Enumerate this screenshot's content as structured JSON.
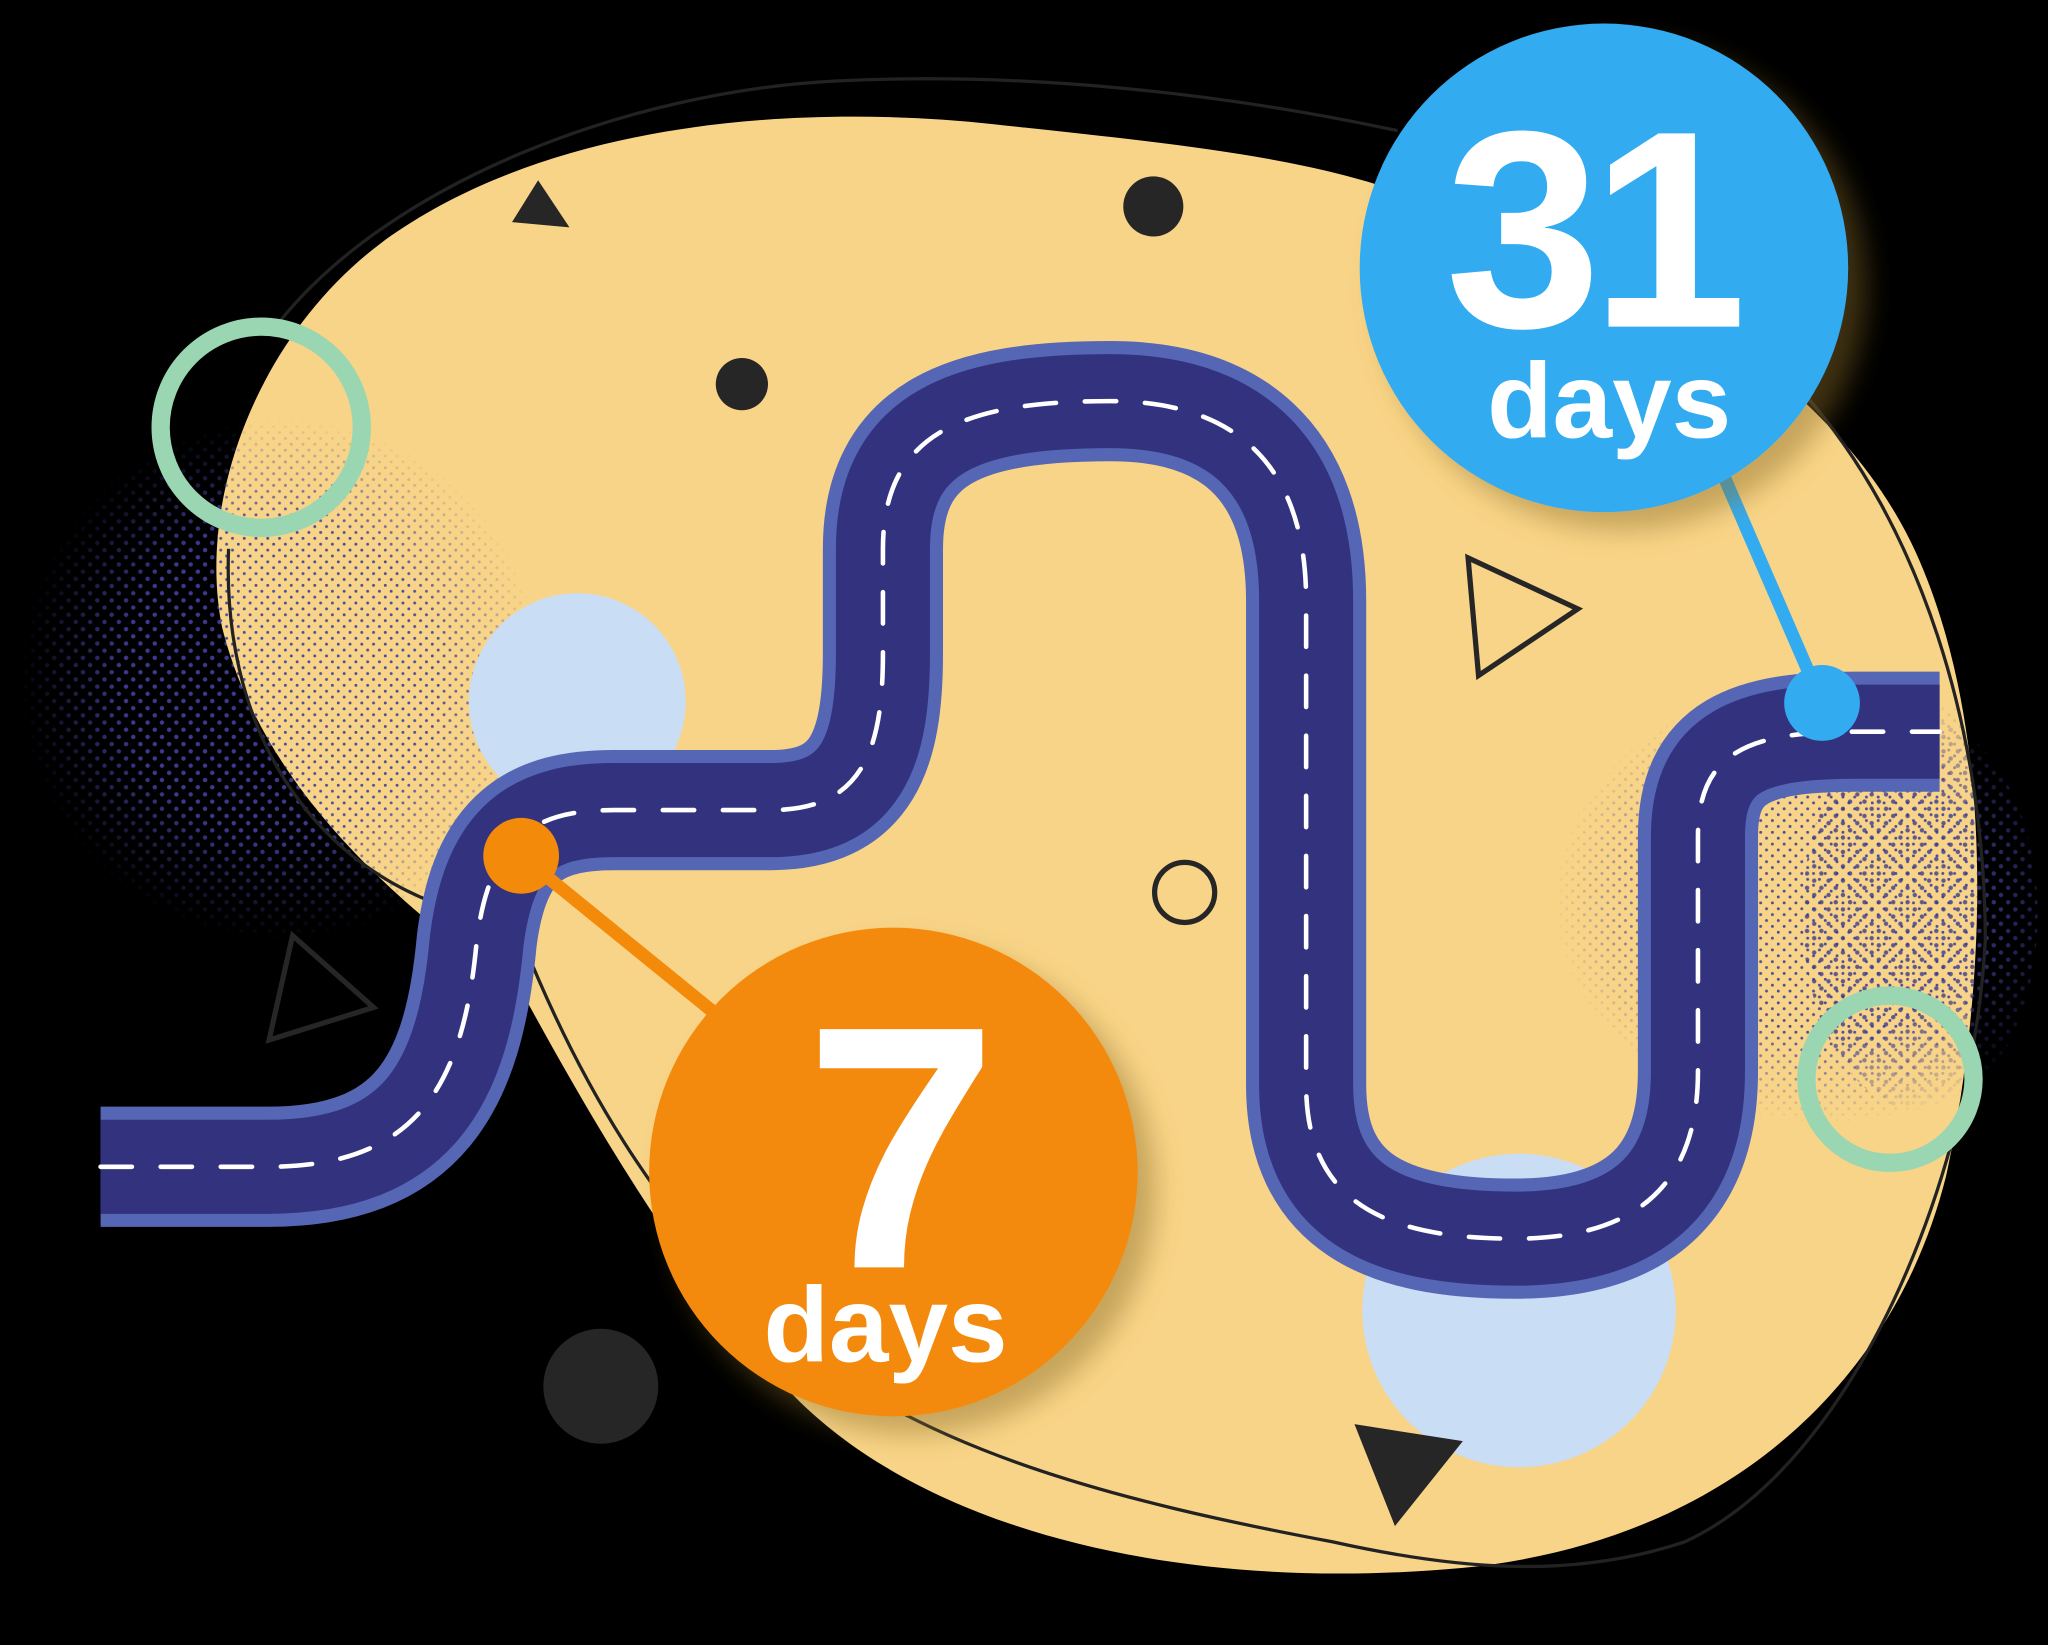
{
  "illustration": {
    "subject": "winding-road-timeline",
    "colors": {
      "background": "#000000",
      "blob": "#F8D488",
      "road": "#33327E",
      "road_edge": "#5566B5",
      "road_dash": "#FFFFFF",
      "milestone_start": "#F48A0A",
      "milestone_end": "#33ABF0",
      "ring": "#99D6B1",
      "pale_circle": "#C9DDF5",
      "dots": "#3C3A8E",
      "shapes": "#262626"
    }
  },
  "milestones": [
    {
      "id": "start",
      "number": "7",
      "unit": "days",
      "color": "#F48A0A"
    },
    {
      "id": "end",
      "number": "31",
      "unit": "days",
      "color": "#33ABF0"
    }
  ]
}
